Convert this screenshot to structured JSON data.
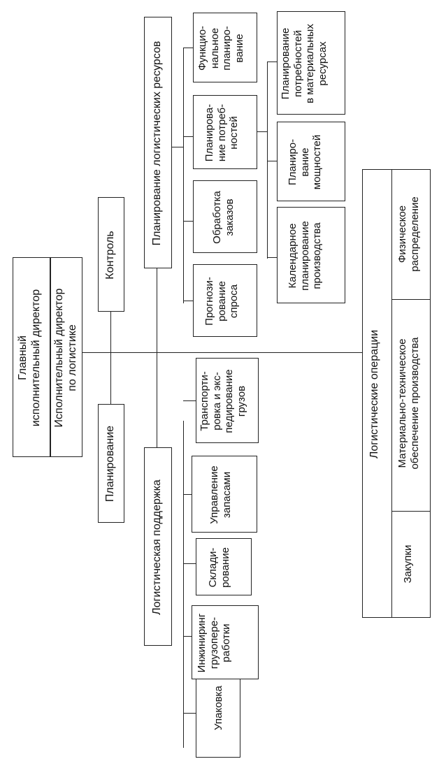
{
  "nodes": {
    "chief": "Главный\nисполнительный директор",
    "log_director": "Исполнительный директор\nпо логистике",
    "planning": "Планирование",
    "control": "Контроль",
    "log_support": "Логистическая поддержка",
    "resource_planning": "Планирование логистических ресурсов",
    "log_operations": "Логистические операции"
  },
  "support_children": [
    "Упаковка",
    "Инжиниринг\nгрузопере-\nработки",
    "Склади-\nрование",
    "Управление\nзапасами",
    "Транспорти-\nровка и экс-\nпедирование\nгрузов"
  ],
  "resource_children": [
    "Прогнози-\nрование\nспроса",
    "Обработка\nзаказов",
    "Планирова-\nние потреб-\nностей",
    "Функцио-\nнальное\nпланиро-\nвание"
  ],
  "needs_children": [
    "Календарное\nпланирование\nпроизводства",
    "Планиро-\nвание\nмощностей",
    "Планирование\nпотребностей\nв материальных\nресурсах"
  ],
  "operations_children": [
    "Закупки",
    "Материально-техническое\nобеспечение производства",
    "Физическое\nраспределение"
  ]
}
